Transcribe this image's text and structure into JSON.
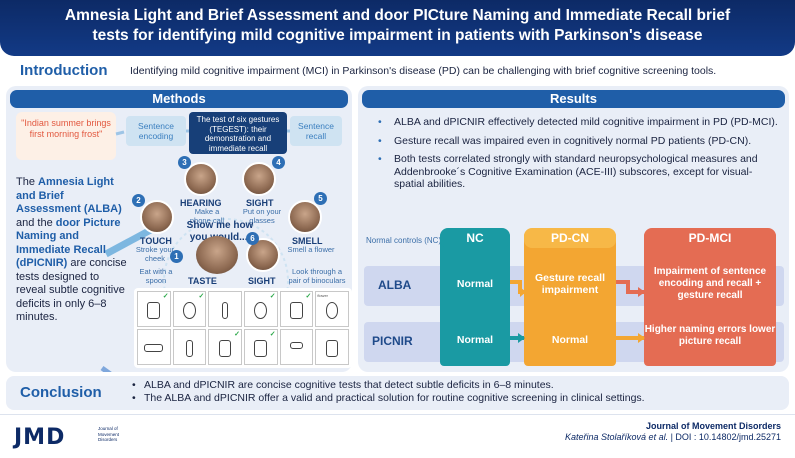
{
  "header": {
    "line1": "Amnesia Light and Brief Assessment and door PICture Naming and Immediate Recall brief",
    "line2": "tests for identifying mild cognitive impairment in patients with Parkinson's disease"
  },
  "introduction": {
    "label": "Introduction",
    "text": "Identifying mild cognitive impairment (MCI) in Parkinson's disease (PD) can be challenging with brief cognitive screening tools."
  },
  "methods": {
    "title": "Methods",
    "quote": "\"Indian summer brings first morning frost\"",
    "sentence_encoding": "Sentence encoding",
    "sentence_recall": "Sentence recall",
    "tegest": "The test of six gestures (TEGEST): their demonstration and immediate recall",
    "description": {
      "p1": "The ",
      "alba": "Amnesia Light and Brief Assessment (ALBA)",
      "p2": " and the ",
      "picnir": "door Picture Naming and Immediate Recall (dPICNIR)",
      "p3": " are concise tests designed to reveal subtle cognitive deficits in only 6–8 minutes."
    },
    "show_me": "Show me how you would....",
    "senses": [
      {
        "num": "1",
        "name": "TASTE",
        "action": "Eat with a spoon"
      },
      {
        "num": "2",
        "name": "TOUCH",
        "action": "Stroke your cheek"
      },
      {
        "num": "3",
        "name": "HEARING",
        "action": "Make a phone call"
      },
      {
        "num": "4",
        "name": "SIGHT",
        "action": "Put on your glasses"
      },
      {
        "num": "5",
        "name": "SMELL",
        "action": "Smell a flower"
      },
      {
        "num": "6",
        "name": "SIGHT",
        "action": "Look through a pair of binoculars"
      }
    ],
    "picture_cells": [
      "",
      "",
      "",
      "",
      "",
      "flower",
      "",
      "",
      "",
      "",
      "",
      ""
    ]
  },
  "results": {
    "title": "Results",
    "bullets": [
      "ALBA and dPICNIR effectively detected mild cognitive impairment in PD (PD-MCI).",
      "Gesture recall was impaired even in cognitively normal PD patients (PD-CN).",
      "Both tests correlated strongly with standard neuropsychological measures and Addenbrooke´s Cognitive Examination (ACE-III) subscores, except for visual-spatial abilities."
    ],
    "normal_controls": "Normal controls (NC)",
    "rows": [
      "ALBA",
      "PICNIR"
    ],
    "columns": [
      {
        "header": "NC",
        "alba": "Normal",
        "picnir": "Normal",
        "color": "#1a9aa3"
      },
      {
        "header": "PD-CN",
        "alba": "Gesture recall impairment",
        "picnir": "Normal",
        "color": "#f3a632"
      },
      {
        "header": "PD-MCI",
        "alba": "Impairment of sentence encoding and recall + gesture recall",
        "picnir": "Higher naming errors lower picture recall",
        "color": "#e46c53"
      }
    ]
  },
  "conclusion": {
    "label": "Conclusion",
    "items": [
      "ALBA and dPICNIR are concise cognitive tests that detect subtle deficits in 6–8 minutes.",
      "The ALBA and dPICNIR offer a valid and practical solution for routine cognitive screening in clinical settings."
    ]
  },
  "footer": {
    "logo": "JMD",
    "logo_sub": "Journal of Movement Disorders",
    "journal": "Journal of Movement Disorders",
    "citation_authors": "Kateřina Stolaříková et al.",
    "citation_doi": " | DOI : 10.14802/jmd.25271"
  }
}
